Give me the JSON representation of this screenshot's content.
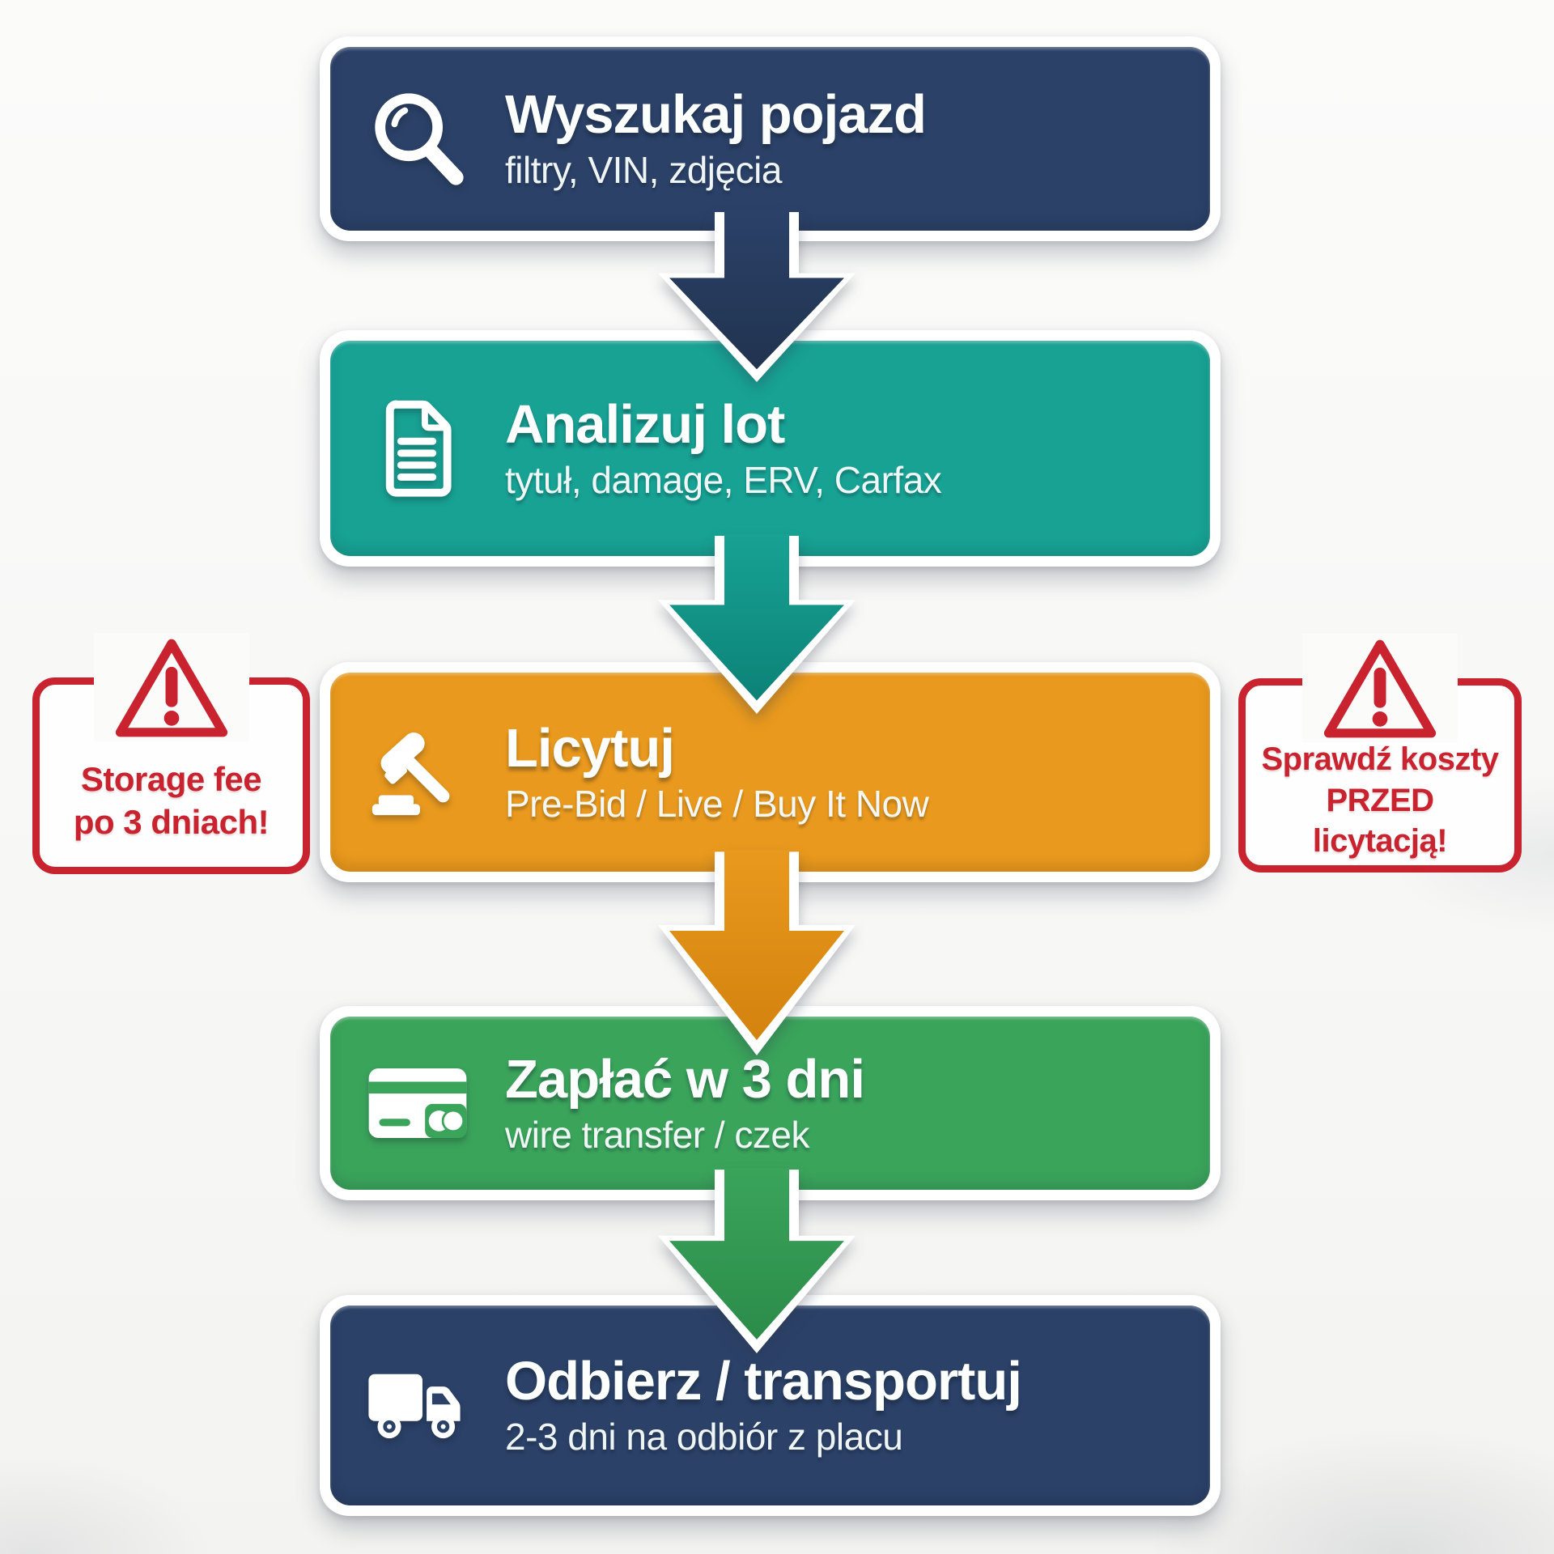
{
  "page": {
    "background": "#f7f7f6"
  },
  "flow": {
    "steps": [
      {
        "title": "Wyszukaj pojazd",
        "subtitle": "filtry, VIN, zdjęcia",
        "color": "#2b4168",
        "color_dark": "#21334f",
        "icon": "magnifier-search-icon"
      },
      {
        "title": "Analizuj lot",
        "subtitle": "tytuł, damage, ERV, Carfax",
        "color": "#17a294",
        "color_dark": "#0d8277",
        "icon": "document-icon"
      },
      {
        "title": "Licytuj",
        "subtitle": "Pre-Bid / Live / Buy It Now",
        "color": "#e9991d",
        "color_dark": "#d3830e",
        "icon": "gavel-icon"
      },
      {
        "title": "Zapłać w 3 dni",
        "subtitle": "wire transfer / czek",
        "color": "#3aa45b",
        "color_dark": "#2b8c49",
        "icon": "credit-card-icon"
      },
      {
        "title": "Odbierz / transportuj",
        "subtitle": "2-3 dni na odbiór z placu",
        "color": "#2b4168",
        "color_dark": "#21334f",
        "icon": "truck-icon"
      }
    ]
  },
  "warnings": {
    "color": "#c8232e",
    "left": {
      "lines": [
        "Storage fee",
        "po 3 dniach!"
      ]
    },
    "right": {
      "lines": [
        "Sprawdź koszty",
        "PRZED",
        "licytacją!"
      ]
    }
  }
}
